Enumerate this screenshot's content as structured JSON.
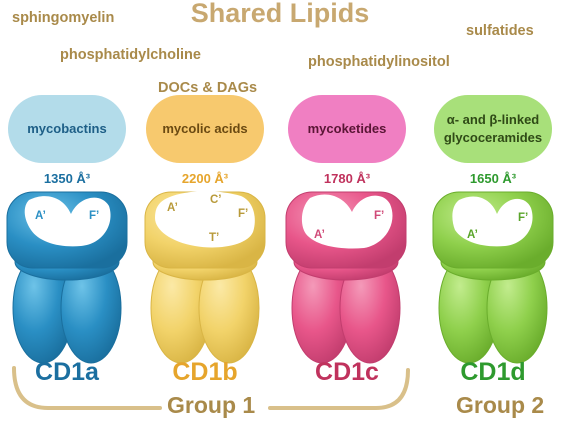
{
  "shared_lipids": {
    "title": "Shared Lipids",
    "items": [
      "sphingomyelin",
      "phosphatidylcholine",
      "DOCs & DAGs",
      "phosphatidylinositol",
      "sulfatides"
    ]
  },
  "proteins": [
    {
      "name": "CD1a",
      "ligand": "mycobactins",
      "volume": "1350 Å³",
      "pockets": [
        "A’",
        "F’"
      ],
      "colors": {
        "main": "#2a8fc4",
        "light": "#6ec3e8",
        "dark": "#1a6f9e",
        "pill": "#b3dcea",
        "pill_text": "#1e5f87",
        "label": "#1b6fa0",
        "pocket_text": "#2a8fc4"
      }
    },
    {
      "name": "CD1b",
      "ligand": "mycolic acids",
      "volume": "2200 Å³",
      "pockets": [
        "A’",
        "C’",
        "F’",
        "T’"
      ],
      "colors": {
        "main": "#f2d36a",
        "light": "#fbe9a6",
        "dark": "#d9b545",
        "pill": "#f7c96e",
        "pill_text": "#6b4a12",
        "label": "#e6a52c",
        "pocket_text": "#b89a3a"
      }
    },
    {
      "name": "CD1c",
      "ligand": "mycoketides",
      "volume": "1780 Å³",
      "pockets": [
        "A’",
        "F’"
      ],
      "colors": {
        "main": "#e8568a",
        "light": "#f49ab9",
        "dark": "#c23d6e",
        "pill": "#f07fc2",
        "pill_text": "#5a1535",
        "label": "#c0325d",
        "pocket_text": "#d04a78"
      }
    },
    {
      "name": "CD1d",
      "ligand": "α- and β-linked glycoceramides",
      "ligand_lines": [
        "α- and β-linked",
        "glycoceramides"
      ],
      "volume": "1650 Å³",
      "pockets": [
        "A’",
        "F’"
      ],
      "colors": {
        "main": "#8fd04c",
        "light": "#c2ec8e",
        "dark": "#6aad2c",
        "pill": "#a8e07a",
        "pill_text": "#2f4a16",
        "label": "#2e9a2e",
        "pocket_text": "#5aa52a"
      }
    }
  ],
  "groups": [
    {
      "label": "Group 1",
      "members": [
        "CD1a",
        "CD1b",
        "CD1c"
      ]
    },
    {
      "label": "Group 2",
      "members": [
        "CD1d"
      ]
    }
  ],
  "colors": {
    "group": "#a98a4a",
    "bracket": "#d9c08a",
    "shared": "#c8a870"
  }
}
